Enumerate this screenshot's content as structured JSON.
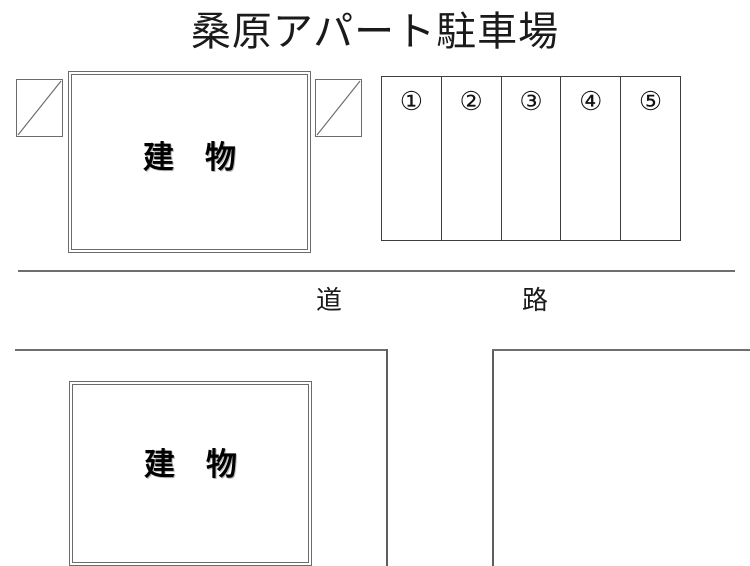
{
  "title": "桑原アパート駐車場",
  "parking": {
    "label": "parking-lot",
    "stalls": [
      {
        "number": "①"
      },
      {
        "number": "②"
      },
      {
        "number": "③"
      },
      {
        "number": "④"
      },
      {
        "number": "⑤"
      }
    ]
  },
  "buildings": {
    "top": {
      "label": "建　物"
    },
    "bottom": {
      "label": "建　物"
    }
  },
  "stairs": {
    "left": "stairs-left",
    "right": "stairs-right"
  },
  "road": {
    "label_left": "道",
    "label_right": "路"
  },
  "colors": {
    "line": "#6b6b6b",
    "road_line": "#6e6e6e",
    "stall_line": "#3d3d3d",
    "text": "#111111",
    "background": "#ffffff"
  }
}
